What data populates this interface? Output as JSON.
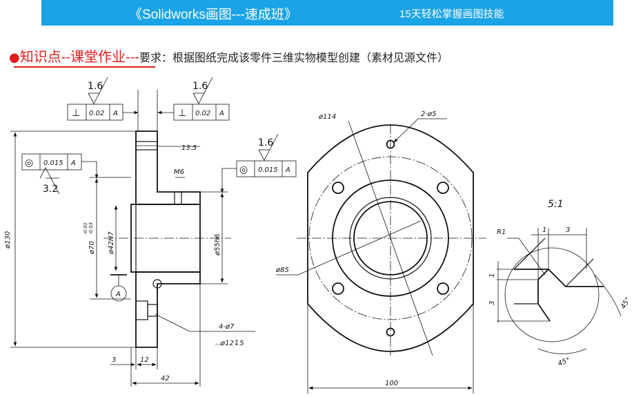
{
  "banner": {
    "title": "《Solidworks画图---速成班》",
    "subtitle": "15天轻松掌握画图技能",
    "color": "#1aa3e6"
  },
  "task": {
    "bullet": "●",
    "keyword": "知识点--课堂作业---",
    "requirement": "要求：根据图纸完成该零件三维实物模型创建（素材见源文件）",
    "accent_color": "#e01e1e"
  },
  "drawing": {
    "roughness_labels": [
      "1.6",
      "1.6",
      "1.6",
      "3.2"
    ],
    "tolerance_frames": [
      {
        "symbol": "⊥",
        "value": "0.02",
        "datum": "A"
      },
      {
        "symbol": "⊥",
        "value": "0.02",
        "datum": "A"
      },
      {
        "symbol": "◎",
        "value": "0.015",
        "datum": "A"
      },
      {
        "symbol": "◎",
        "value": "0.015",
        "datum": "A"
      }
    ],
    "dims": {
      "d130": "ø130",
      "d70": "ø70",
      "d70_tol_upper": "-0.01",
      "d70_tol_lower": "-0.03",
      "d42": "ø42H7",
      "d55": "ø55h6",
      "d13_5": "13.5",
      "m6": "M6",
      "d3": "3",
      "d12": "12",
      "d42len": "42",
      "holes": "4-ø7",
      "cbore": "⌴ø12↧5",
      "datum": "A",
      "d114": "ø114",
      "d2x5": "2-ø5",
      "d85": "ø85",
      "d100": "100",
      "scale": "5:1",
      "r1": "R1",
      "detail_1a": "1",
      "detail_3a": "3",
      "detail_1b": "1",
      "detail_3b": "3",
      "angle_a": "45°",
      "angle_b": "45°"
    }
  }
}
